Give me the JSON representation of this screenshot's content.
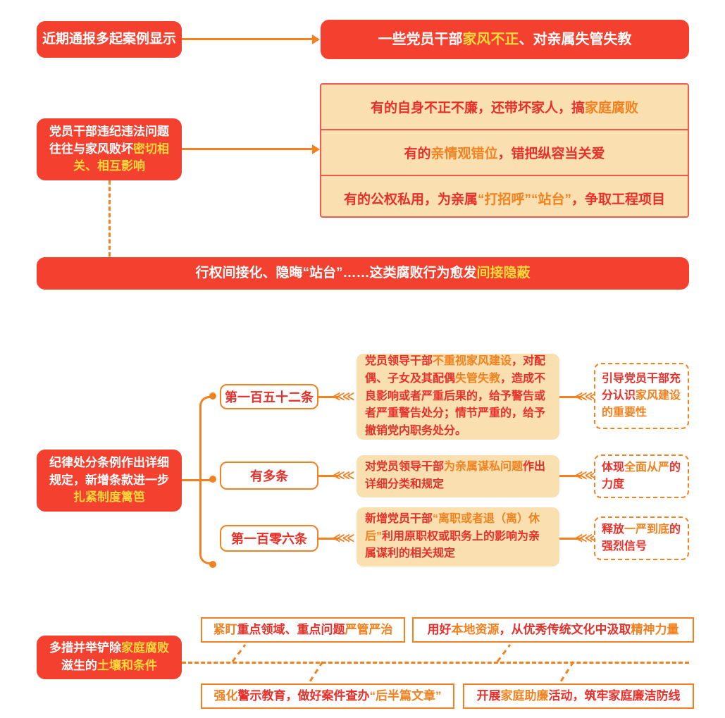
{
  "theme": {
    "red": "#f4402f",
    "orange": "#f4811f",
    "yellow": "#ffd83c",
    "tan": "#fae0b0",
    "text_red": "#e8302a",
    "white": "#ffffff"
  },
  "section1": {
    "source_label": "近期通报多起案例显示",
    "banner": {
      "part1": "一些党员干部",
      "highlight": "家风不正",
      "part2": "、对亲属失管失教"
    }
  },
  "section2": {
    "left_card": {
      "line1": "党员干部违纪违法问题",
      "line2_white": "往往与家风败坏",
      "line2_yellow": "密切相",
      "line3_yellow": "关、相互影响"
    },
    "rows": [
      {
        "p1": "有的自身不正不廉，还带坏家人，搞",
        "hl": "家庭腐败",
        "p2": ""
      },
      {
        "p1": "有的",
        "hl": "亲情观错位",
        "p2": "，错把纵容当关爱"
      },
      {
        "p1": "有的公权私用，为亲属",
        "hl": "“打招呼”“站台”",
        "p2": "，争取工程项目"
      }
    ],
    "bottom_banner": {
      "part1": "行权间接化、隐晦“站台”……这类腐败行为愈发",
      "highlight": "间接隐蔽"
    }
  },
  "section3": {
    "left_card": {
      "line1": "纪律处分条例作出详细",
      "line2": "规定，新增条款进一步",
      "line3_yellow": "扎紧制度篱笆"
    },
    "branches": [
      {
        "tag": "第一百五十二条",
        "detail": {
          "p1": "党员领导干部",
          "hl1": "不重视家风建设",
          "p2": "，对配偶、子女及其配偶",
          "hl2": "失管失教",
          "p3": "，造成不良影响或者严重后果的，给予警告或者严重警告处分；情节严重的，给予撤销党内职务处分。"
        },
        "outcome": {
          "p1": "引导党员干部充分认识",
          "hl": "家风建设的重要性",
          "p2": ""
        }
      },
      {
        "tag": "有多条",
        "detail": {
          "p1": "对党员领导干部",
          "hl1": "为亲属谋私问题",
          "p2": "作出详细分类和规定",
          "hl2": "",
          "p3": ""
        },
        "outcome": {
          "p1": "体现",
          "hl": "全面从严",
          "p2": "的力度"
        }
      },
      {
        "tag": "第一百零六条",
        "detail": {
          "p1": "新增党员干部",
          "hl1": "“离职或者退（离）休后”",
          "p2": "利用原职权或职务上的影响为亲属谋利的相关规定",
          "hl2": "",
          "p3": ""
        },
        "outcome": {
          "p1": "释放",
          "hl": "一严到底",
          "p2": "的强烈信号"
        }
      }
    ]
  },
  "section4": {
    "left_card": {
      "line1_white": "多措并举铲除",
      "line1_yellow": "家庭腐败",
      "line2_white": "滋生的",
      "line2_yellow": "土壤和条件"
    },
    "measures": [
      {
        "p1": "",
        "o1": "紧盯",
        "p2": "重点领域、重点问题",
        "o2": "严管严治",
        "p3": ""
      },
      {
        "p1": "用好",
        "o1": "本地资源",
        "p2": "，从优秀传统文化中汲取",
        "o2": "精神力量",
        "p3": ""
      },
      {
        "p1": "",
        "o1": "强化",
        "p2": "警示教育，做好案件查办",
        "o2": "“后半篇文章”",
        "p3": ""
      },
      {
        "p1": "开展",
        "o1": "家庭助廉",
        "p2": "活动，筑牢家庭廉洁防线",
        "o2": "",
        "p3": ""
      }
    ]
  }
}
